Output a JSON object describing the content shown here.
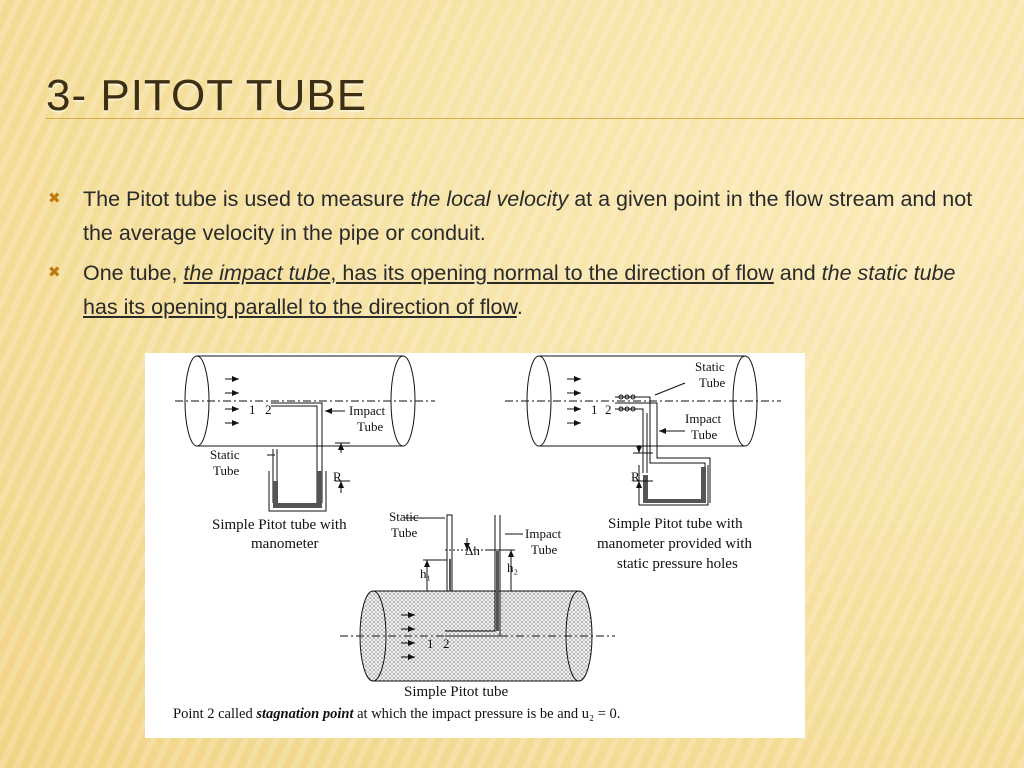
{
  "slide": {
    "title": "3- Pitot Tube"
  },
  "bullets": [
    {
      "marker": "✖",
      "t1": "The Pitot tube is used to measure ",
      "t2": "the local velocity",
      "t3": " at a given point in the flow stream and not the average velocity in the pipe or conduit."
    },
    {
      "marker": "✖",
      "t1": "One tube, ",
      "t2": "the impact tube",
      "t3": ", has its opening normal to the direction of flow",
      "t4": " and ",
      "t5": "the static tube",
      "t6": " ",
      "t7": "has its opening parallel to the direction of flow",
      "t8": "."
    }
  ],
  "figure": {
    "left": {
      "n1": "1",
      "n2": "2",
      "impact": [
        "Impact",
        "Tube"
      ],
      "static": [
        "Static",
        "Tube"
      ],
      "r": "R",
      "caption": [
        "Simple Pitot tube with",
        "manometer"
      ]
    },
    "right": {
      "n1": "1",
      "n2": "2",
      "static": [
        "Static",
        "Tube"
      ],
      "impact": [
        "Impact",
        "Tube"
      ],
      "r": "R",
      "caption": [
        "Simple Pitot tube with",
        "manometer provided with",
        "static pressure holes"
      ]
    },
    "center": {
      "static": [
        "Static",
        "Tube"
      ],
      "impact": [
        "Impact",
        "Tube"
      ],
      "dh": "Δh",
      "h1": "h₁",
      "h2": "h₂",
      "n1": "1",
      "n2": "2",
      "caption": "Simple Pitot tube"
    },
    "note": {
      "a": "Point 2 called ",
      "b": "stagnation point",
      "c": " at which the impact pressure is be and u₂ = 0."
    }
  }
}
